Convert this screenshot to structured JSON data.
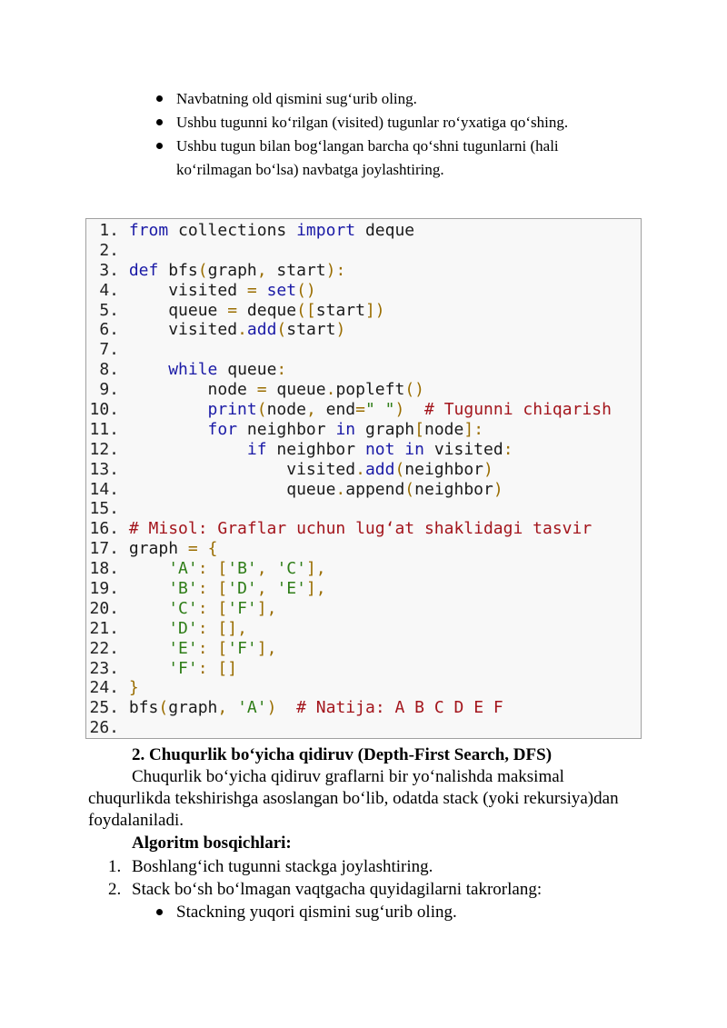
{
  "top_bullets": [
    "Navbatning old qismini sug‘urib oling.",
    "Ushbu tugunni ko‘rilgan (visited) tugunlar ro‘yxatiga qo‘shing.",
    "Ushbu tugun bilan bog‘langan barcha qo‘shni tugunlarni (hali ko‘rilmagan bo‘lsa) navbatga joylashtiring."
  ],
  "code": {
    "lines": [
      {
        "n": " 1.",
        "tokens": [
          [
            "kw",
            "from"
          ],
          [
            "pl",
            " collections "
          ],
          [
            "kw",
            "import"
          ],
          [
            "pl",
            " deque"
          ]
        ]
      },
      {
        "n": " 2.",
        "tokens": []
      },
      {
        "n": " 3.",
        "tokens": [
          [
            "kw",
            "def"
          ],
          [
            "pl",
            " bfs"
          ],
          [
            "op",
            "("
          ],
          [
            "pl",
            "graph"
          ],
          [
            "op",
            ","
          ],
          [
            "pl",
            " start"
          ],
          [
            "op",
            "):"
          ]
        ]
      },
      {
        "n": " 4.",
        "tokens": [
          [
            "pl",
            "    visited "
          ],
          [
            "op",
            "="
          ],
          [
            "pl",
            " "
          ],
          [
            "bi",
            "set"
          ],
          [
            "op",
            "()"
          ]
        ]
      },
      {
        "n": " 5.",
        "tokens": [
          [
            "pl",
            "    queue "
          ],
          [
            "op",
            "="
          ],
          [
            "pl",
            " deque"
          ],
          [
            "op",
            "(["
          ],
          [
            "pl",
            "start"
          ],
          [
            "op",
            "])"
          ]
        ]
      },
      {
        "n": " 6.",
        "tokens": [
          [
            "pl",
            "    visited"
          ],
          [
            "op",
            "."
          ],
          [
            "bi",
            "add"
          ],
          [
            "op",
            "("
          ],
          [
            "pl",
            "start"
          ],
          [
            "op",
            ")"
          ]
        ]
      },
      {
        "n": " 7.",
        "tokens": []
      },
      {
        "n": " 8.",
        "tokens": [
          [
            "pl",
            "    "
          ],
          [
            "kw",
            "while"
          ],
          [
            "pl",
            " queue"
          ],
          [
            "op",
            ":"
          ]
        ]
      },
      {
        "n": " 9.",
        "tokens": [
          [
            "pl",
            "        node "
          ],
          [
            "op",
            "="
          ],
          [
            "pl",
            " queue"
          ],
          [
            "op",
            "."
          ],
          [
            "pl",
            "popleft"
          ],
          [
            "op",
            "()"
          ]
        ]
      },
      {
        "n": "10.",
        "tokens": [
          [
            "pl",
            "        "
          ],
          [
            "bi",
            "print"
          ],
          [
            "op",
            "("
          ],
          [
            "pl",
            "node"
          ],
          [
            "op",
            ","
          ],
          [
            "pl",
            " end"
          ],
          [
            "op",
            "="
          ],
          [
            "str",
            "\" \""
          ],
          [
            "op",
            ")"
          ],
          [
            "pl",
            "  "
          ],
          [
            "cm",
            "# Tugunni chiqarish"
          ]
        ]
      },
      {
        "n": "11.",
        "tokens": [
          [
            "pl",
            "        "
          ],
          [
            "kw",
            "for"
          ],
          [
            "pl",
            " neighbor "
          ],
          [
            "kw",
            "in"
          ],
          [
            "pl",
            " graph"
          ],
          [
            "op",
            "["
          ],
          [
            "pl",
            "node"
          ],
          [
            "op",
            "]:"
          ]
        ]
      },
      {
        "n": "12.",
        "tokens": [
          [
            "pl",
            "            "
          ],
          [
            "kw",
            "if"
          ],
          [
            "pl",
            " neighbor "
          ],
          [
            "kw",
            "not in"
          ],
          [
            "pl",
            " visited"
          ],
          [
            "op",
            ":"
          ]
        ]
      },
      {
        "n": "13.",
        "tokens": [
          [
            "pl",
            "                visited"
          ],
          [
            "op",
            "."
          ],
          [
            "bi",
            "add"
          ],
          [
            "op",
            "("
          ],
          [
            "pl",
            "neighbor"
          ],
          [
            "op",
            ")"
          ]
        ]
      },
      {
        "n": "14.",
        "tokens": [
          [
            "pl",
            "                queue"
          ],
          [
            "op",
            "."
          ],
          [
            "pl",
            "append"
          ],
          [
            "op",
            "("
          ],
          [
            "pl",
            "neighbor"
          ],
          [
            "op",
            ")"
          ]
        ]
      },
      {
        "n": "15.",
        "tokens": []
      },
      {
        "n": "16.",
        "tokens": [
          [
            "cm",
            "# Misol: Graflar uchun lug‘at shaklidagi tasvir"
          ]
        ]
      },
      {
        "n": "17.",
        "tokens": [
          [
            "pl",
            "graph "
          ],
          [
            "op",
            "="
          ],
          [
            "pl",
            " "
          ],
          [
            "op",
            "{"
          ]
        ]
      },
      {
        "n": "18.",
        "tokens": [
          [
            "pl",
            "    "
          ],
          [
            "str",
            "'A'"
          ],
          [
            "op",
            ":"
          ],
          [
            "pl",
            " "
          ],
          [
            "op",
            "["
          ],
          [
            "str",
            "'B'"
          ],
          [
            "op",
            ","
          ],
          [
            "pl",
            " "
          ],
          [
            "str",
            "'C'"
          ],
          [
            "op",
            "],"
          ]
        ]
      },
      {
        "n": "19.",
        "tokens": [
          [
            "pl",
            "    "
          ],
          [
            "str",
            "'B'"
          ],
          [
            "op",
            ":"
          ],
          [
            "pl",
            " "
          ],
          [
            "op",
            "["
          ],
          [
            "str",
            "'D'"
          ],
          [
            "op",
            ","
          ],
          [
            "pl",
            " "
          ],
          [
            "str",
            "'E'"
          ],
          [
            "op",
            "],"
          ]
        ]
      },
      {
        "n": "20.",
        "tokens": [
          [
            "pl",
            "    "
          ],
          [
            "str",
            "'C'"
          ],
          [
            "op",
            ":"
          ],
          [
            "pl",
            " "
          ],
          [
            "op",
            "["
          ],
          [
            "str",
            "'F'"
          ],
          [
            "op",
            "],"
          ]
        ]
      },
      {
        "n": "21.",
        "tokens": [
          [
            "pl",
            "    "
          ],
          [
            "str",
            "'D'"
          ],
          [
            "op",
            ":"
          ],
          [
            "pl",
            " "
          ],
          [
            "op",
            "[],"
          ]
        ]
      },
      {
        "n": "22.",
        "tokens": [
          [
            "pl",
            "    "
          ],
          [
            "str",
            "'E'"
          ],
          [
            "op",
            ":"
          ],
          [
            "pl",
            " "
          ],
          [
            "op",
            "["
          ],
          [
            "str",
            "'F'"
          ],
          [
            "op",
            "],"
          ]
        ]
      },
      {
        "n": "23.",
        "tokens": [
          [
            "pl",
            "    "
          ],
          [
            "str",
            "'F'"
          ],
          [
            "op",
            ":"
          ],
          [
            "pl",
            " "
          ],
          [
            "op",
            "[]"
          ]
        ]
      },
      {
        "n": "24.",
        "tokens": [
          [
            "op",
            "}"
          ]
        ]
      },
      {
        "n": "25.",
        "tokens": [
          [
            "pl",
            "bfs"
          ],
          [
            "op",
            "("
          ],
          [
            "pl",
            "graph"
          ],
          [
            "op",
            ","
          ],
          [
            "pl",
            " "
          ],
          [
            "str",
            "'A'"
          ],
          [
            "op",
            ")"
          ],
          [
            "pl",
            "  "
          ],
          [
            "cm",
            "# Natija: A B C D E F"
          ]
        ]
      },
      {
        "n": "26.",
        "tokens": []
      }
    ]
  },
  "section": {
    "heading": "2. Chuqurlik bo‘yicha qidiruv (Depth-First Search, DFS)",
    "paragraph": "Chuqurlik bo‘yicha qidiruv graflarni bir yo‘nalishda maksimal chuqurlikda tekshirishga asoslangan bo‘lib, odatda stack (yoki rekursiya)dan foydalaniladi.",
    "subheading": "Algoritm bosqichlari:",
    "steps": [
      {
        "num": "1.",
        "text": "Boshlang‘ich tugunni stackga joylashtiring."
      },
      {
        "num": "2.",
        "text": "Stack bo‘sh bo‘lmagan vaqtgacha quyidagilarni takrorlang:"
      }
    ],
    "sub_bullets": [
      "Stackning yuqori qismini sug‘urib oling."
    ]
  },
  "colors": {
    "keyword": "#1a1aa6",
    "string": "#2e7d17",
    "comment": "#a3151c",
    "operator": "#9a6d00",
    "code_background": "#f8f8f8"
  }
}
